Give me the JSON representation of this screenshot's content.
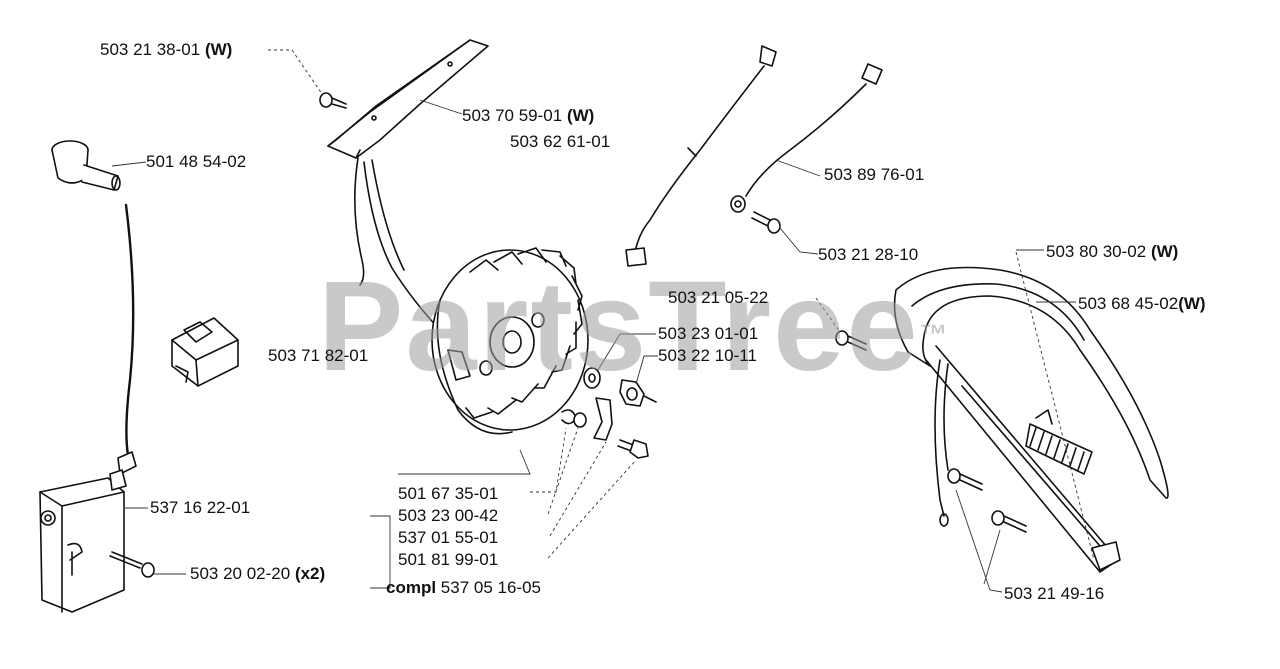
{
  "watermark": {
    "text": "PartsTree",
    "mark": "™"
  },
  "labels": [
    {
      "id": "l1",
      "part": "503 21 38-01",
      "suffix": "(W)"
    },
    {
      "id": "l2",
      "part": "503 70 59-01",
      "suffix": "(W)"
    },
    {
      "id": "l3",
      "part": "503 62 61-01",
      "suffix": ""
    },
    {
      "id": "l4",
      "part": "501 48 54-02",
      "suffix": ""
    },
    {
      "id": "l5",
      "part": "503 89 76-01",
      "suffix": ""
    },
    {
      "id": "l6",
      "part": "503 21 28-10",
      "suffix": ""
    },
    {
      "id": "l7",
      "part": "503 80 30-02",
      "suffix": "(W)"
    },
    {
      "id": "l8",
      "part": "503 21 05-22",
      "suffix": ""
    },
    {
      "id": "l9",
      "part": "503 68 45-02",
      "suffix": "(W)"
    },
    {
      "id": "l10",
      "part": "503 23 01-01",
      "suffix": ""
    },
    {
      "id": "l11",
      "part": "503 22 10-11",
      "suffix": ""
    },
    {
      "id": "l12",
      "part": "503 71 82-01",
      "suffix": ""
    },
    {
      "id": "l13",
      "part": "537 16 22-01",
      "suffix": ""
    },
    {
      "id": "l14",
      "part": "501 67 35-01",
      "suffix": ""
    },
    {
      "id": "l15",
      "part": "503 23 00-42",
      "suffix": ""
    },
    {
      "id": "l16",
      "part": "537 01 55-01",
      "suffix": ""
    },
    {
      "id": "l17",
      "part": "501 81 99-01",
      "suffix": ""
    },
    {
      "id": "l18",
      "part": "503 20 02-20",
      "suffix": "(x2)"
    },
    {
      "id": "l19",
      "part": "537 05 16-05",
      "prefix": "compl"
    },
    {
      "id": "l20",
      "part": "503 21 49-16",
      "suffix": ""
    }
  ]
}
